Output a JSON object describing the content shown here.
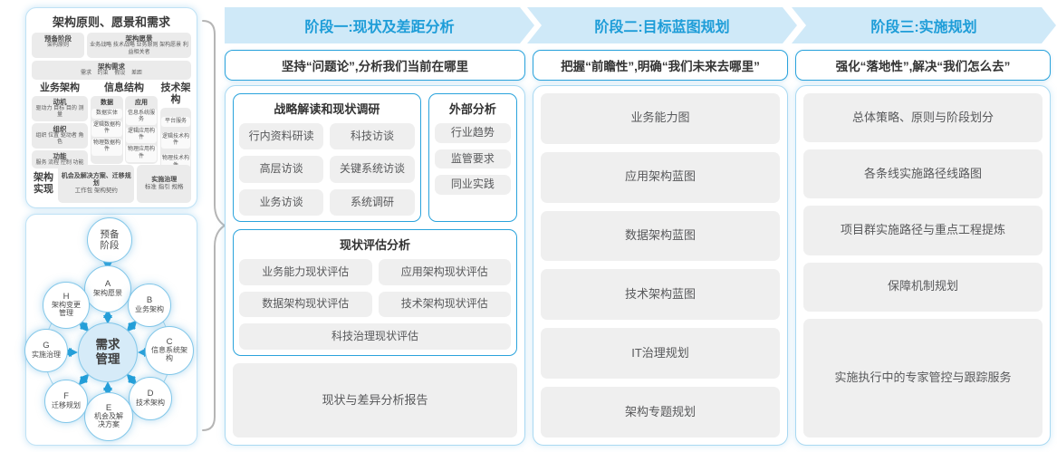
{
  "palette": {
    "banner_bg": "#cfe9f8",
    "banner_text": "#1e9dd8",
    "blue_border": "#2aa3dc",
    "light_border": "#a9d9f2",
    "item_bg": "#efefef",
    "item_text": "#58595b",
    "arrow_blue": "#1f9ed9",
    "center_fill": "#d6ebf8"
  },
  "left_top_panel": {
    "title": "架构原则、愿景和需求",
    "prelim": {
      "title": "预备阶段",
      "sub": "架构原则"
    },
    "vision": {
      "title": "架构愿景",
      "sub": "业务战略 技术战略 业务原则 架构愿景 利益相关者"
    },
    "requirements": {
      "title": "架构需求",
      "sub": "需求  约束  假设  差距"
    },
    "business_arch": {
      "title": "业务架构",
      "groups": [
        {
          "title": "动机",
          "sub": "驱动力 目标 目的 测量"
        },
        {
          "title": "组织",
          "sub": "组织 位置 驱动者 角色"
        },
        {
          "title": "功能",
          "sub": "服务 流程 控制 功能"
        }
      ]
    },
    "info_structure": {
      "title": "信息结构",
      "data_col": {
        "title": "数据",
        "items": [
          "数据实体",
          "逻辑数据构件",
          "物理数据构件"
        ]
      },
      "app_col": {
        "title": "应用",
        "items": [
          "信息系统服务",
          "逻辑应用构件",
          "物理应用构件"
        ]
      }
    },
    "tech_arch": {
      "title": "技术架构",
      "items": [
        "平台服务",
        "逻辑技术构件",
        "物理技术构件"
      ]
    },
    "realization": {
      "title": "架构实现",
      "boxes": [
        {
          "title": "机会及解决方案、迁移规划",
          "sub": "工作包  架构契约"
        },
        {
          "title": "实施治理",
          "sub": "标准 指引 规格"
        }
      ]
    }
  },
  "adm": {
    "preliminary": "预备阶段",
    "center": "需求管理",
    "nodes": [
      {
        "letter": "A",
        "label": "架构愿景"
      },
      {
        "letter": "B",
        "label": "业务架构"
      },
      {
        "letter": "C",
        "label": "信息系统架构"
      },
      {
        "letter": "D",
        "label": "技术架构"
      },
      {
        "letter": "E",
        "label": "机会及解决方案"
      },
      {
        "letter": "F",
        "label": "迁移规划"
      },
      {
        "letter": "G",
        "label": "实施治理"
      },
      {
        "letter": "H",
        "label": "架构变更管理"
      }
    ]
  },
  "phases": [
    {
      "banner": "阶段一:现状及差距分析",
      "subtitle": "坚持“问题论”,分析我们当前在哪里",
      "groups": [
        {
          "title": "战略解读和现状调研",
          "items": [
            "行内资料研读",
            "科技访谈",
            "高层访谈",
            "关键系统访谈",
            "业务访谈",
            "系统调研"
          ]
        },
        {
          "title": "外部分析",
          "items": [
            "行业趋势",
            "监管要求",
            "同业实践"
          ]
        },
        {
          "title": "现状评估分析",
          "items": [
            "业务能力现状评估",
            "应用架构现状评估",
            "数据架构现状评估",
            "技术架构现状评估",
            "科技治理现状评估"
          ]
        }
      ],
      "report": "现状与差异分析报告"
    },
    {
      "banner": "阶段二:目标蓝图规划",
      "subtitle": "把握“前瞻性”,明确“我们未来去哪里”",
      "items": [
        "业务能力图",
        "应用架构蓝图",
        "数据架构蓝图",
        "技术架构蓝图",
        "IT治理规划",
        "架构专题规划"
      ]
    },
    {
      "banner": "阶段三:实施规划",
      "subtitle": "强化“落地性”,解决“我们怎么去”",
      "items": [
        "总体策略、原则与阶段划分",
        "各条线实施路径线路图",
        "项目群实施路径与重点工程提炼",
        "保障机制规划",
        "实施执行中的专家管控与跟踪服务"
      ]
    }
  ]
}
